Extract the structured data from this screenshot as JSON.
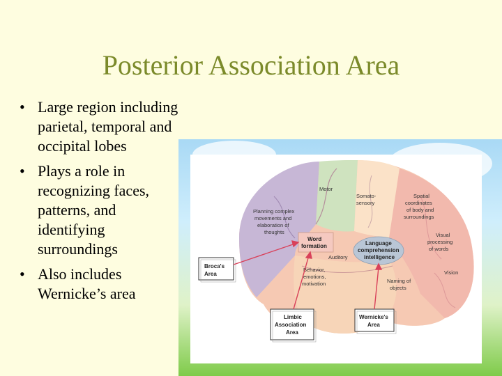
{
  "slide": {
    "title": "Posterior Association Area",
    "bullets": [
      {
        "line1": "Large region including",
        "line2": "parietal, temporal and",
        "line3": "occipital lobes"
      },
      {
        "line1": "Plays a role in",
        "line2": "recognizing faces,",
        "line3": "patterns, and",
        "line4": "identifying",
        "line5": "surroundings"
      },
      {
        "line1": "Also includes",
        "line2": "Wernicke’s area"
      }
    ]
  },
  "diagram": {
    "motor": "Motor",
    "somato_1": "Somato-",
    "somato_2": "sensory",
    "spatial_1": "Spatial",
    "spatial_2": "coordinates",
    "spatial_3": "of body and",
    "spatial_4": "surroundings",
    "planning_1": "Planning complex",
    "planning_2": "movements and",
    "planning_3": "elaboration of",
    "planning_4": "thoughts",
    "word_1": "Word",
    "word_2": "formation",
    "language_1": "Language",
    "language_2": "comprehension",
    "language_3": "intelligence",
    "visual_1": "Visual",
    "visual_2": "processing",
    "visual_3": "of words",
    "auditory": "Auditory",
    "vision": "Vision",
    "behavior_1": "Behavior,",
    "behavior_2": "emotions,",
    "behavior_3": "motivation",
    "naming_1": "Naming of",
    "naming_2": "objects",
    "broca_1": "Broca's",
    "broca_2": "Area",
    "limbic_1": "Limbic",
    "limbic_2": "Association",
    "limbic_3": "Area",
    "wernicke_1": "Wernicke's",
    "wernicke_2": "Area"
  },
  "colors": {
    "title": "#7b8a2a",
    "background": "#fefde0",
    "arrow": "#d9415a"
  }
}
